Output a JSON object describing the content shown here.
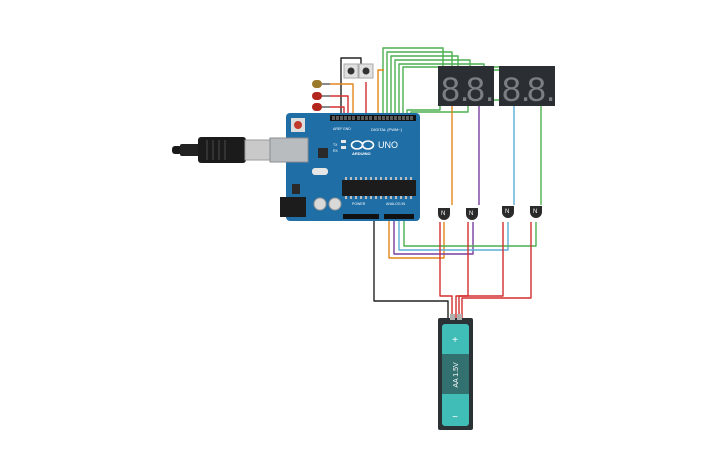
{
  "board": {
    "logo_text": "UNO",
    "brand_text": "ARDUINO",
    "digital_header": "DIGITAL (PWM~)",
    "power_header": "POWER",
    "analog_header": "ANALOG IN",
    "tx_label": "TX",
    "rx_label": "RX",
    "aref_label": "AREF",
    "gnd_label": "GND"
  },
  "transistors": [
    {
      "label": "N"
    },
    {
      "label": "N"
    },
    {
      "label": "N"
    },
    {
      "label": "N"
    }
  ],
  "battery": {
    "label": "AA 1.5V",
    "plus_symbol": "+",
    "minus_symbol": "−"
  },
  "display_digits": [
    "8.",
    "8.",
    "8.",
    "8."
  ],
  "colors": {
    "board": "#1f6ea6",
    "board_dark": "#185a88",
    "battery_body": "#2a3236",
    "battery_cell": "#3fbdb6",
    "display_body": "#2b2f33",
    "segment_off": "#7a7f84",
    "wire_green": "#4caf50",
    "wire_red": "#d32f2f",
    "wire_black": "#222222",
    "wire_orange": "#e3861a",
    "wire_purple": "#7b3fa0",
    "wire_blue": "#5aaed6",
    "led_red": "#b3261e",
    "led_brown": "#9a7a2a"
  }
}
